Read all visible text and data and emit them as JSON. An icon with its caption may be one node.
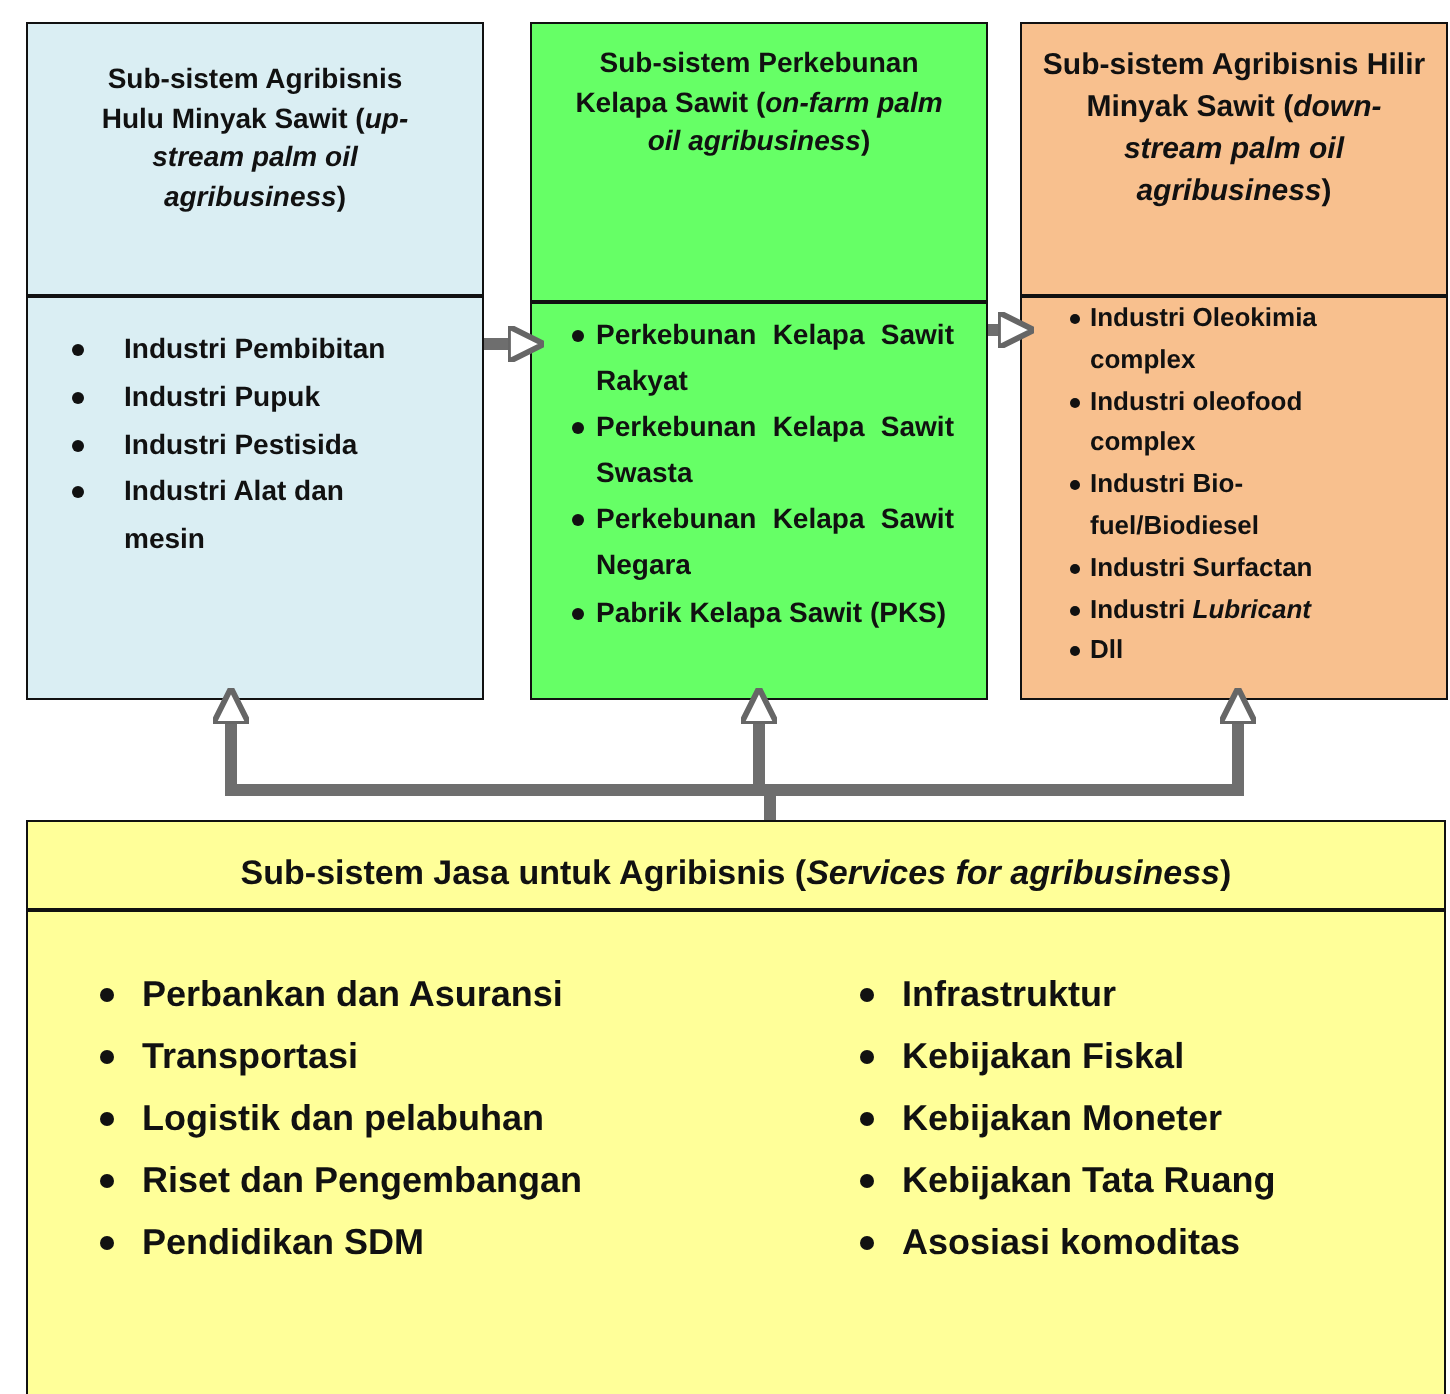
{
  "diagram": {
    "nodes": [
      {
        "text": [
          "Sub-sistem Agribisnis Hulu Minyak Sawit (*up-stream palm oil agribusiness*)",
          "Industri Pembibitan",
          "Industri Pupuk",
          "Industri Pestisida",
          "Industri Alat dan mesin"
        ]
      },
      {
        "text": [
          "Sub-sistem Perkebunan Kelapa Sawit (*on-farm palm oil agribusiness*)",
          "Perkebunan Kelapa Sawit Rakyat",
          "Perkebunan Kelapa Sawit Swasta",
          "Perkebunan Kelapa Sawit Negara",
          "Pabrik Kelapa Sawit (PKS)"
        ]
      },
      {
        "text": [
          "Sub-sistem Agribisnis Hilir Minyak Sawit (*down-stream palm oil agribusiness*)",
          "Industri Oleokimia complex",
          "Industri oleofood complex",
          "Industri Bio-fuel/Biodiesel",
          "Industri Surfactan",
          "Industri *Lubricant*",
          "Dll"
        ]
      },
      {
        "text": [
          "Sub-sistem Jasa untuk Agribisnis (*Services for agribusiness*)",
          "Perbankan dan Asuransi",
          "Transportasi",
          "Logistik dan pelabuhan",
          "Riset dan Pengembangan",
          "Pendidikan SDM",
          "Infrastruktur",
          "Kebijakan Fiskal",
          "Kebijakan Moneter",
          "Kebijakan Tata Ruang",
          "Asosiasi komoditas"
        ]
      }
    ],
    "edges": [
      {
        "from": 0,
        "to": 1,
        "arrow": "to"
      },
      {
        "from": 1,
        "to": 2,
        "arrow": "to"
      },
      {
        "from": 3,
        "to": 0,
        "arrow": "to"
      },
      {
        "from": 3,
        "to": 1,
        "arrow": "to"
      },
      {
        "from": 3,
        "to": 2,
        "arrow": "to"
      }
    ]
  }
}
